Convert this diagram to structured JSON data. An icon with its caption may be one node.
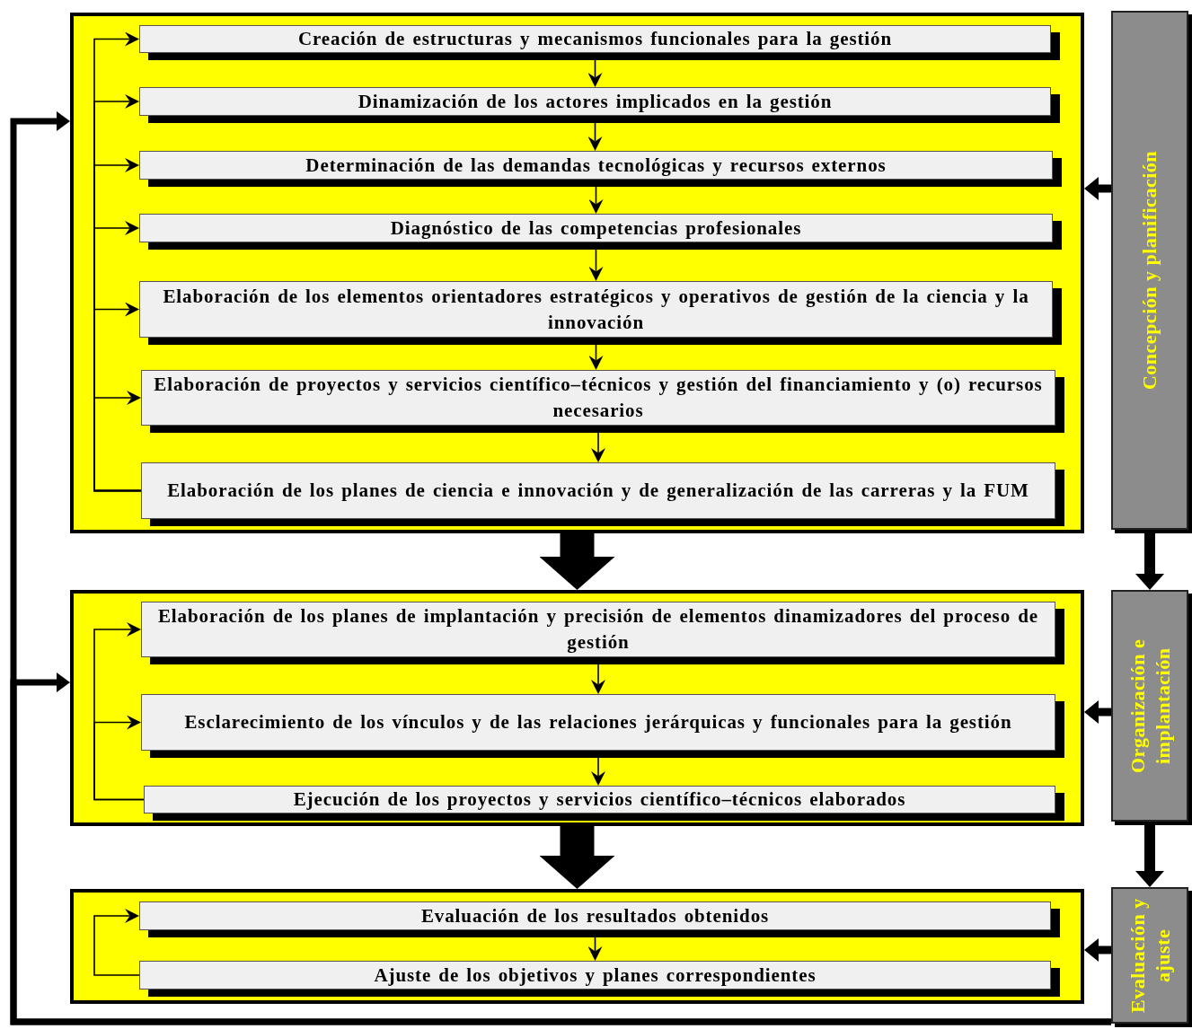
{
  "diagram": {
    "nodes": [
      {
        "text": [],
        "shape": "box"
      },
      {
        "text": [
          "Creación de estructuras y mecanismos funcionales para la gestión"
        ],
        "in": 0
      },
      {
        "text": [
          "Dinamización de los actores implicados en la gestión"
        ],
        "in": 0
      },
      {
        "text": [
          "Determinación de las demandas tecnológicas y recursos externos"
        ],
        "in": 0
      },
      {
        "text": [
          "Diagnóstico de las competencias profesionales"
        ],
        "in": 0
      },
      {
        "text": [
          "Elaboración de los elementos orientadores estratégicos y operativos de gestión de la ciencia y la innovación"
        ],
        "in": 0
      },
      {
        "text": [
          "Elaboración de proyectos y servicios científico–técnicos y gestión del financiamiento y (o) recursos necesarios"
        ],
        "in": 0
      },
      {
        "text": [
          "Elaboración de los planes de ciencia e innovación y de generalización de las carreras y la FUM"
        ],
        "in": 0
      },
      {
        "text": [],
        "shape": "box"
      },
      {
        "text": [
          "Elaboración de los planes de implantación y precisión de elementos dinamizadores del proceso de gestión"
        ],
        "in": 8
      },
      {
        "text": [
          "Esclarecimiento de los vínculos y de las relaciones jerárquicas y funcionales para la gestión"
        ],
        "in": 8
      },
      {
        "text": [
          "Ejecución de los proyectos y servicios científico–técnicos elaborados"
        ],
        "in": 8
      },
      {
        "text": [],
        "shape": "box"
      },
      {
        "text": [
          "Evaluación de los resultados obtenidos"
        ],
        "in": 12
      },
      {
        "text": [
          "Ajuste de los objetivos y planes correspondientes"
        ],
        "in": 12
      },
      {
        "text": [
          "Concepción y planificación"
        ]
      },
      {
        "text": [
          "Organización e implantación"
        ]
      },
      {
        "text": [
          "Evaluación y ajuste"
        ]
      }
    ],
    "edges": [
      {
        "from": 1,
        "to": 2,
        "arrow": "to"
      },
      {
        "from": 2,
        "to": 3,
        "arrow": "to"
      },
      {
        "from": 3,
        "to": 4,
        "arrow": "to"
      },
      {
        "from": 4,
        "to": 5,
        "arrow": "to"
      },
      {
        "from": 5,
        "to": 6,
        "arrow": "to"
      },
      {
        "from": 6,
        "to": 7,
        "arrow": "to"
      },
      {
        "from": 7,
        "to": 1,
        "arrow": "to"
      },
      {
        "from": 7,
        "to": 2,
        "arrow": "to"
      },
      {
        "from": 7,
        "to": 3,
        "arrow": "to"
      },
      {
        "from": 7,
        "to": 4,
        "arrow": "to"
      },
      {
        "from": 7,
        "to": 5,
        "arrow": "to"
      },
      {
        "from": 7,
        "to": 6,
        "arrow": "to"
      },
      {
        "from": 9,
        "to": 10,
        "arrow": "to"
      },
      {
        "from": 10,
        "to": 11,
        "arrow": "to"
      },
      {
        "from": 11,
        "to": 9,
        "arrow": "to"
      },
      {
        "from": 11,
        "to": 10,
        "arrow": "to"
      },
      {
        "from": 13,
        "to": 14,
        "arrow": "to"
      },
      {
        "from": 14,
        "to": 13,
        "arrow": "to"
      },
      {
        "from": 0,
        "to": 8,
        "arrow": "to",
        "style": "thick"
      },
      {
        "from": 8,
        "to": 12,
        "arrow": "to",
        "style": "thick"
      },
      {
        "from": 15,
        "to": 16,
        "arrow": "to",
        "style": "thick"
      },
      {
        "from": 16,
        "to": 17,
        "arrow": "to",
        "style": "thick"
      },
      {
        "from": 15,
        "to": 0,
        "arrow": "to",
        "style": "thick"
      },
      {
        "from": 16,
        "to": 8,
        "arrow": "to",
        "style": "thick"
      },
      {
        "from": 17,
        "to": 12,
        "arrow": "to",
        "style": "thick"
      },
      {
        "from": 17,
        "to": 0,
        "arrow": "to",
        "style": "thick"
      },
      {
        "from": 17,
        "to": 8,
        "arrow": "to",
        "style": "thick"
      }
    ]
  }
}
